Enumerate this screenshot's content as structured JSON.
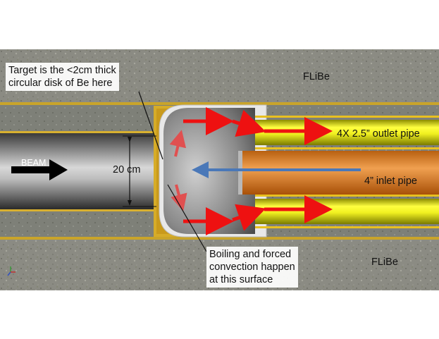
{
  "callouts": {
    "target_line1": "Target is the <2cm thick",
    "target_line2": "circular disk of Be here",
    "boiling_line1": "Boiling and forced",
    "boiling_line2": "convection happen",
    "boiling_line3": "at this surface"
  },
  "labels": {
    "flibe_top": "FLiBe",
    "flibe_bottom": "FLiBe",
    "beam": "BEAM",
    "diameter": "20 cm",
    "outlet": "4X 2.5” outlet pipe",
    "inlet": "4” inlet pipe"
  },
  "colors": {
    "flibe": "#8a8a80",
    "outlet_pipe": "#e8e800",
    "inlet_pipe": "#d07820",
    "flow_arrow": "#ee1111",
    "inlet_arrow": "#4a78b8",
    "gold_wall": "#d4a520"
  },
  "icons": [
    "beam-arrow",
    "axis-triad-icon"
  ]
}
